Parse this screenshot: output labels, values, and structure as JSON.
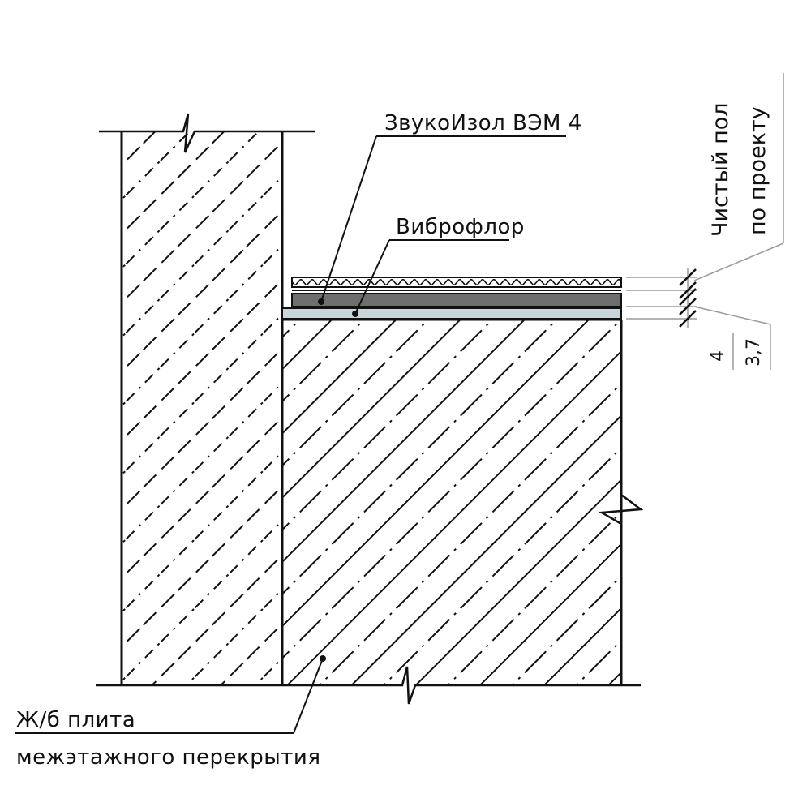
{
  "labels": {
    "zvukoizol": "ЗвукоИзол ВЭМ 4",
    "vibrofloor": "Виброфлор",
    "slab_line1": "Ж/б плита",
    "slab_line2": "межэтажного перекрытия",
    "finish_floor_line1": "Чистый пол",
    "finish_floor_line2": "по проекту"
  },
  "dimensions": {
    "dim_a": "4",
    "dim_b": "3,7"
  },
  "colors": {
    "line": "#111111",
    "layer_dark": "#6f6f6f",
    "layer_light": "#c9d6d9",
    "leader_gray": "#9a9a9a"
  }
}
